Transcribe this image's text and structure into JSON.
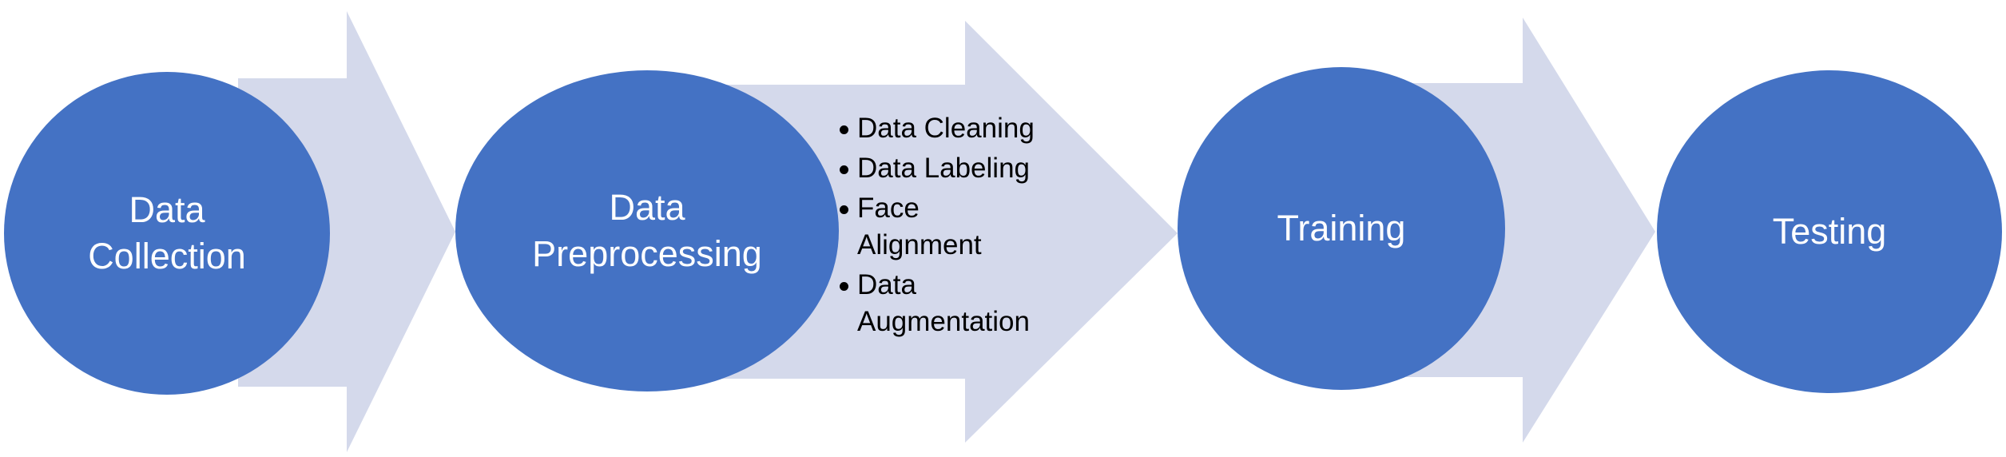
{
  "colors": {
    "circle": "#4472C4",
    "arrow": "#D4D9EB",
    "bullet_text": "#000000",
    "circle_text": "#FFFFFF"
  },
  "stages": [
    {
      "id": "data-collection",
      "label": "Data Collection"
    },
    {
      "id": "data-preprocessing",
      "label": "Data Preprocessing"
    },
    {
      "id": "training",
      "label": "Training"
    },
    {
      "id": "testing",
      "label": "Testing"
    }
  ],
  "preprocessing_steps": [
    "Data Cleaning",
    "Data Labeling",
    "Face Alignment",
    "Data Augmentation"
  ]
}
